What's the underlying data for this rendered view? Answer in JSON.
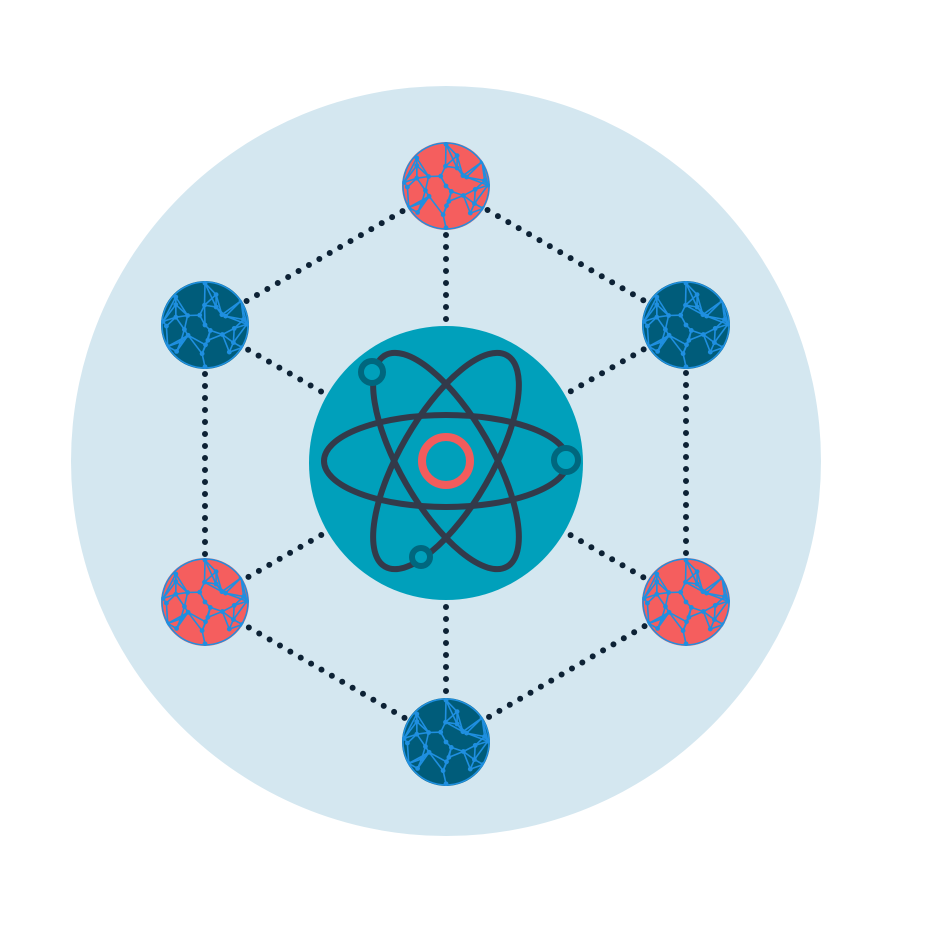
{
  "colors": {
    "background": "#ffffff",
    "outer_disc": "#d4e7f0",
    "center_disc": "#00a0bb",
    "orbit_stroke": "#333a4a",
    "electron_stroke": "#00677e",
    "nucleus_stroke": "#f25c5c",
    "connector_dot": "#0d2235",
    "sphere_coral": "#f55e5e",
    "sphere_navy": "#005c7a",
    "mesh_line": "#1f8fe0"
  },
  "diagram": {
    "center_icon": "atom-icon",
    "node_icon": "geodesic-sphere-icon",
    "nodes": [
      {
        "id": "top",
        "variant": "coral"
      },
      {
        "id": "upper-right",
        "variant": "navy"
      },
      {
        "id": "lower-right",
        "variant": "coral"
      },
      {
        "id": "bottom",
        "variant": "navy"
      },
      {
        "id": "lower-left",
        "variant": "coral"
      },
      {
        "id": "upper-left",
        "variant": "navy"
      }
    ],
    "connections": [
      [
        "top",
        "upper-right"
      ],
      [
        "upper-right",
        "lower-right"
      ],
      [
        "lower-right",
        "bottom"
      ],
      [
        "bottom",
        "lower-left"
      ],
      [
        "lower-left",
        "upper-left"
      ],
      [
        "upper-left",
        "top"
      ],
      [
        "center",
        "top"
      ],
      [
        "center",
        "upper-right"
      ],
      [
        "center",
        "lower-right"
      ],
      [
        "center",
        "bottom"
      ],
      [
        "center",
        "lower-left"
      ],
      [
        "center",
        "upper-left"
      ]
    ]
  }
}
